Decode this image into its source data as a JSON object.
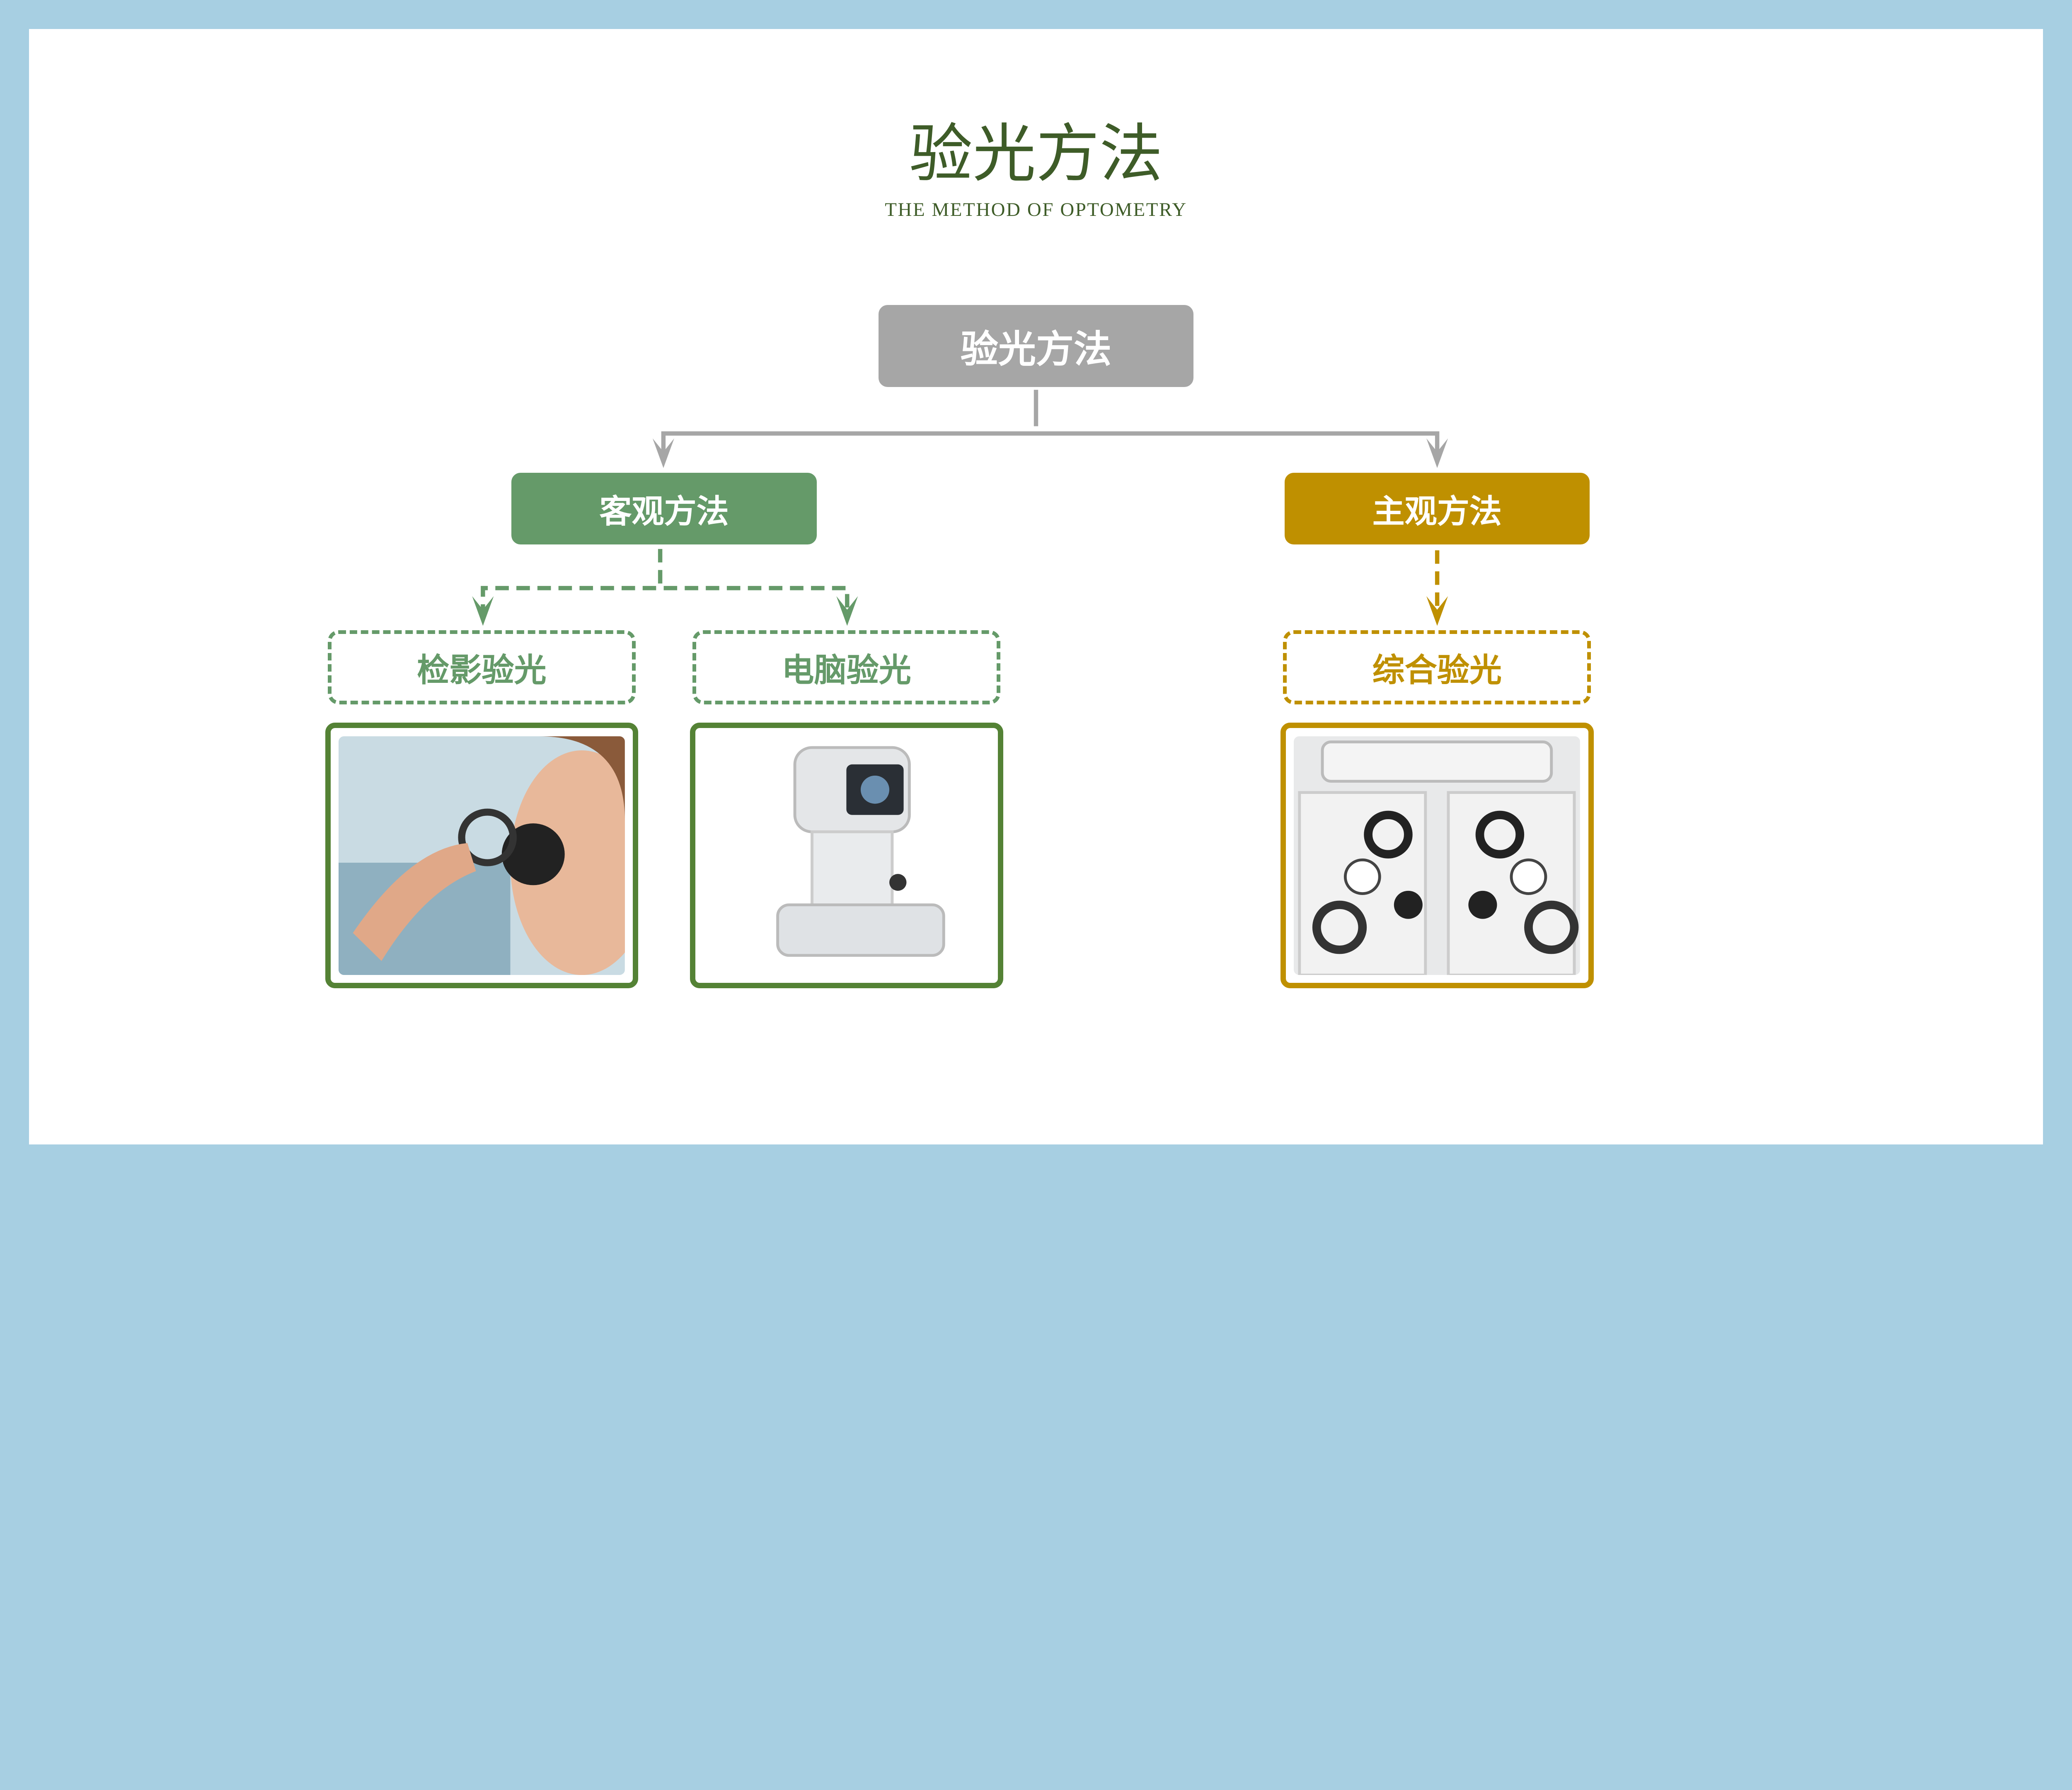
{
  "title": "验光方法",
  "subtitle": "THE METHOD OF OPTOMETRY",
  "root": {
    "label": "验光方法",
    "color": "#a6a6a6"
  },
  "branches": [
    {
      "label": "客观方法",
      "color": "#659a69",
      "children": [
        {
          "label": "检影验光",
          "image": "retinoscopy-photo"
        },
        {
          "label": "电脑验光",
          "image": "autorefractor-photo"
        }
      ]
    },
    {
      "label": "主观方法",
      "color": "#bf9000",
      "children": [
        {
          "label": "综合验光",
          "image": "phoropter-photo"
        }
      ]
    }
  ],
  "colors": {
    "frame_blue": "#a7cfe2",
    "title_green": "#3e5c28",
    "photo_frame_green": "#548235",
    "photo_frame_gold": "#bf9000"
  }
}
